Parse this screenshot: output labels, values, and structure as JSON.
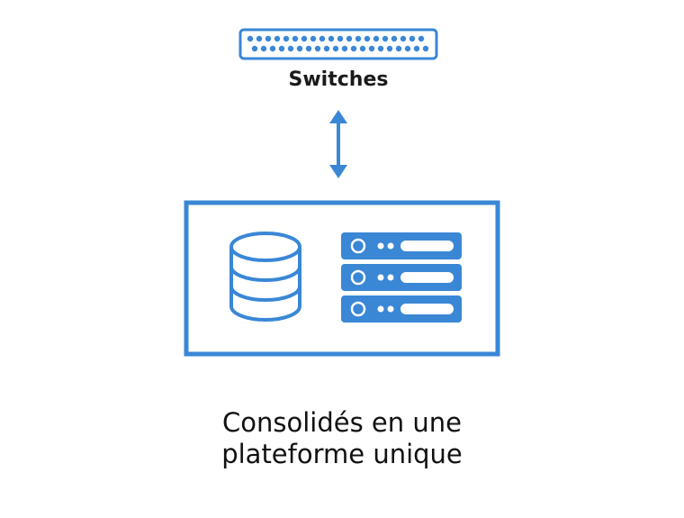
{
  "colors": {
    "accent": "#3a87d6",
    "text": "#111111"
  },
  "icons": [
    "switch-icon",
    "bidirectional-arrow-icon",
    "database-icon",
    "server-icon"
  ],
  "switch": {
    "label": "Switches"
  },
  "caption": {
    "line1": "Consolidés en une",
    "line2": "plateforme unique"
  }
}
